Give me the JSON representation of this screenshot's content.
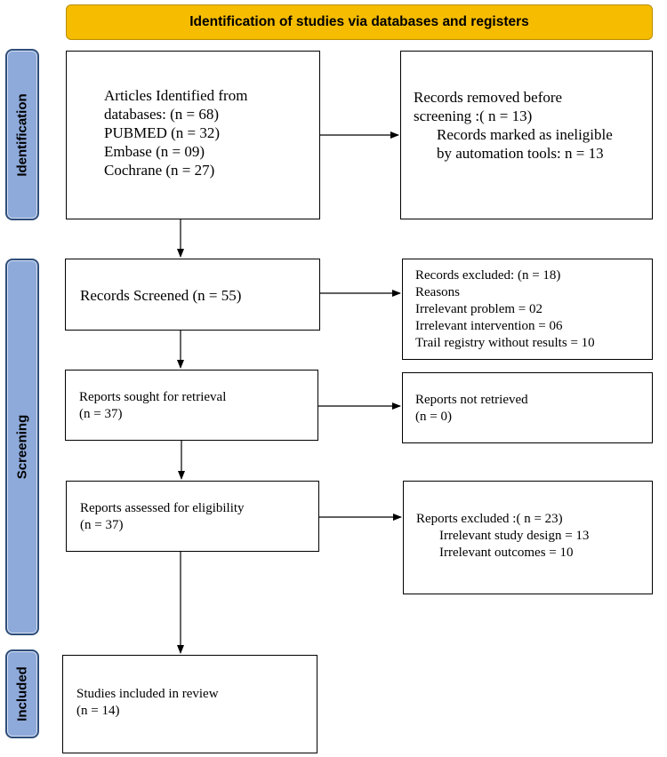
{
  "header": {
    "title": "Identification of studies via databases and registers"
  },
  "phases": {
    "identification": "Identification",
    "screening": "Screening",
    "included": "Included"
  },
  "boxes": {
    "identified": {
      "lines": [
        "Articles Identified from",
        "databases: (n = 68)",
        "PUBMED (n = 32)",
        "Embase (n = 09)",
        "Cochrane (n = 27)"
      ]
    },
    "removed": {
      "lines": [
        "Records removed before",
        "screening :( n = 13)"
      ],
      "sub": [
        "Records marked as ineligible",
        "by automation tools: n = 13"
      ]
    },
    "screened": {
      "lines": [
        "Records Screened (n = 55)"
      ]
    },
    "excluded": {
      "lines": [
        "Records excluded: (n = 18)",
        "Reasons",
        "Irrelevant problem = 02",
        "Irrelevant intervention = 06",
        "Trail registry without results = 10"
      ]
    },
    "sought": {
      "lines": [
        "Reports sought for retrieval",
        "(n = 37)"
      ]
    },
    "not_retrieved": {
      "lines": [
        "Reports not retrieved",
        "(n = 0)"
      ]
    },
    "assessed": {
      "lines": [
        "Reports assessed for eligibility",
        "(n = 37)"
      ]
    },
    "reports_excluded": {
      "lines": [
        "Reports excluded :( n = 23)"
      ],
      "sub": [
        "Irrelevant study design = 13",
        "Irrelevant outcomes = 10"
      ]
    },
    "included": {
      "lines": [
        "Studies included in review",
        "(n = 14)"
      ]
    }
  }
}
